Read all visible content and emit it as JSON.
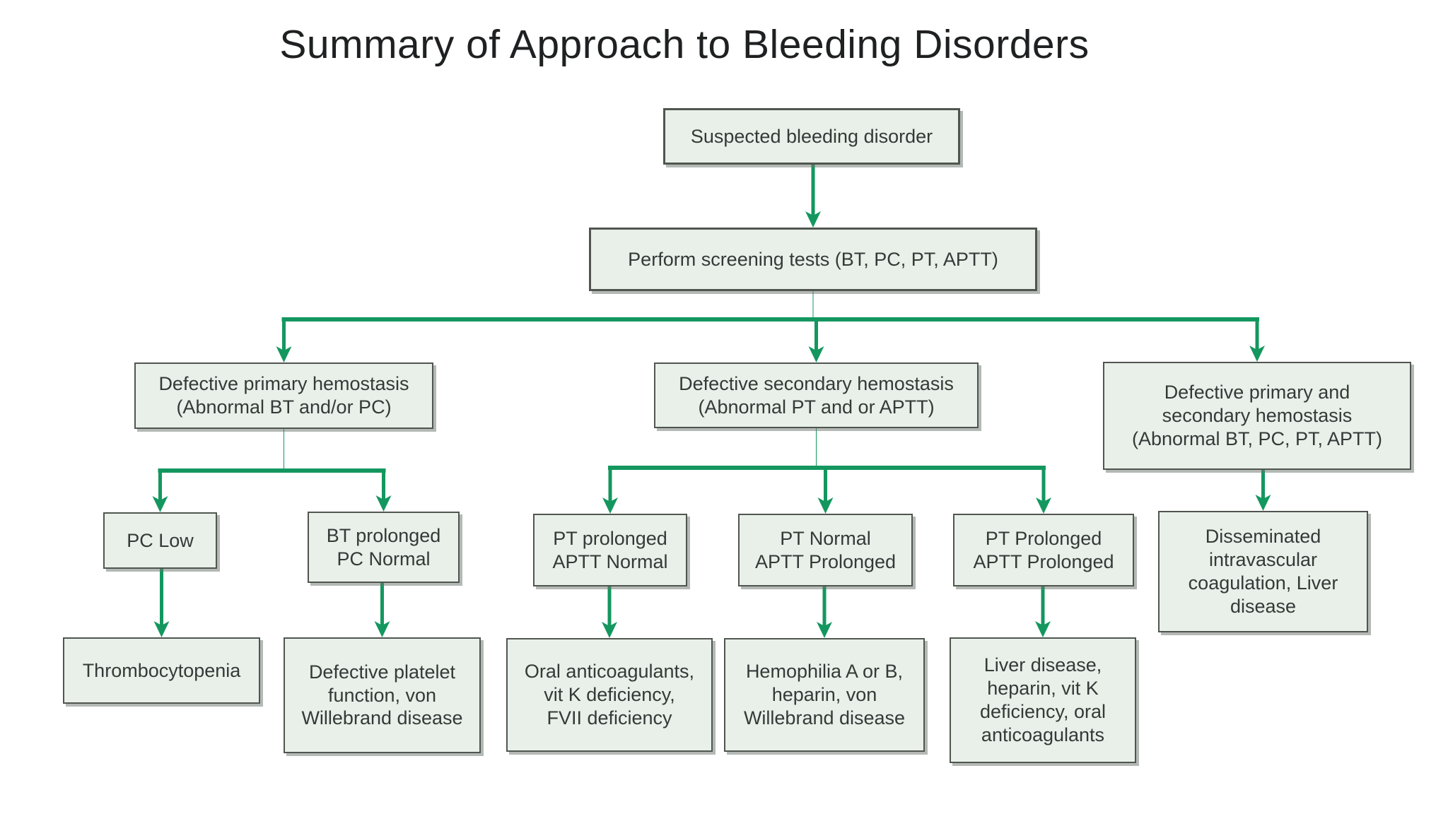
{
  "title": "Summary of Approach to Bleeding Disorders",
  "colors": {
    "arrow_green": "#14975f",
    "box_fill": "#e8f0e9",
    "box_border": "#50564f",
    "text": "#343a38",
    "background": "#ffffff"
  },
  "nodes": {
    "suspected": {
      "label": "Suspected bleeding disorder"
    },
    "screening": {
      "label": "Perform screening tests (BT, PC, PT, APTT)"
    },
    "primary": {
      "label": "Defective primary hemostasis\n(Abnormal BT and/or PC)"
    },
    "secondary": {
      "label": "Defective secondary hemostasis\n(Abnormal PT and or APTT)"
    },
    "primary_secondary": {
      "label": "Defective primary and\nsecondary hemostasis\n(Abnormal BT, PC, PT, APTT)"
    },
    "pc_low": {
      "label": "PC Low"
    },
    "bt_prolonged": {
      "label": "BT prolonged\nPC Normal"
    },
    "pt_prolonged_aptt_normal": {
      "label": "PT prolonged\nAPTT Normal"
    },
    "pt_normal_aptt_prolonged": {
      "label": "PT Normal\nAPTT Prolonged"
    },
    "pt_prolonged_aptt_prolonged": {
      "label": "PT Prolonged\nAPTT Prolonged"
    },
    "dic": {
      "label": "Disseminated\nintravascular\ncoagulation, Liver\ndisease"
    },
    "thrombocytopenia": {
      "label": "Thrombocytopenia"
    },
    "defective_platelet": {
      "label": "Defective platelet\nfunction, von\nWillebrand disease"
    },
    "oral_anticoagulants": {
      "label": "Oral anticoagulants,\nvit K deficiency,\nFVII deficiency"
    },
    "hemophilia": {
      "label": "Hemophilia A or B,\nheparin, von\nWillebrand disease"
    },
    "liver_disease": {
      "label": "Liver disease,\nheparin, vit K\ndeficiency, oral\nanticoagulants"
    }
  },
  "edges": [
    {
      "from": "suspected",
      "to": [
        "screening"
      ]
    },
    {
      "from": "screening",
      "to": [
        "primary",
        "secondary",
        "primary_secondary"
      ]
    },
    {
      "from": "primary",
      "to": [
        "pc_low",
        "bt_prolonged"
      ]
    },
    {
      "from": "secondary",
      "to": [
        "pt_prolonged_aptt_normal",
        "pt_normal_aptt_prolonged",
        "pt_prolonged_aptt_prolonged"
      ]
    },
    {
      "from": "primary_secondary",
      "to": [
        "dic"
      ]
    },
    {
      "from": "pc_low",
      "to": [
        "thrombocytopenia"
      ]
    },
    {
      "from": "bt_prolonged",
      "to": [
        "defective_platelet"
      ]
    },
    {
      "from": "pt_prolonged_aptt_normal",
      "to": [
        "oral_anticoagulants"
      ]
    },
    {
      "from": "pt_normal_aptt_prolonged",
      "to": [
        "hemophilia"
      ]
    },
    {
      "from": "pt_prolonged_aptt_prolonged",
      "to": [
        "liver_disease"
      ]
    }
  ]
}
